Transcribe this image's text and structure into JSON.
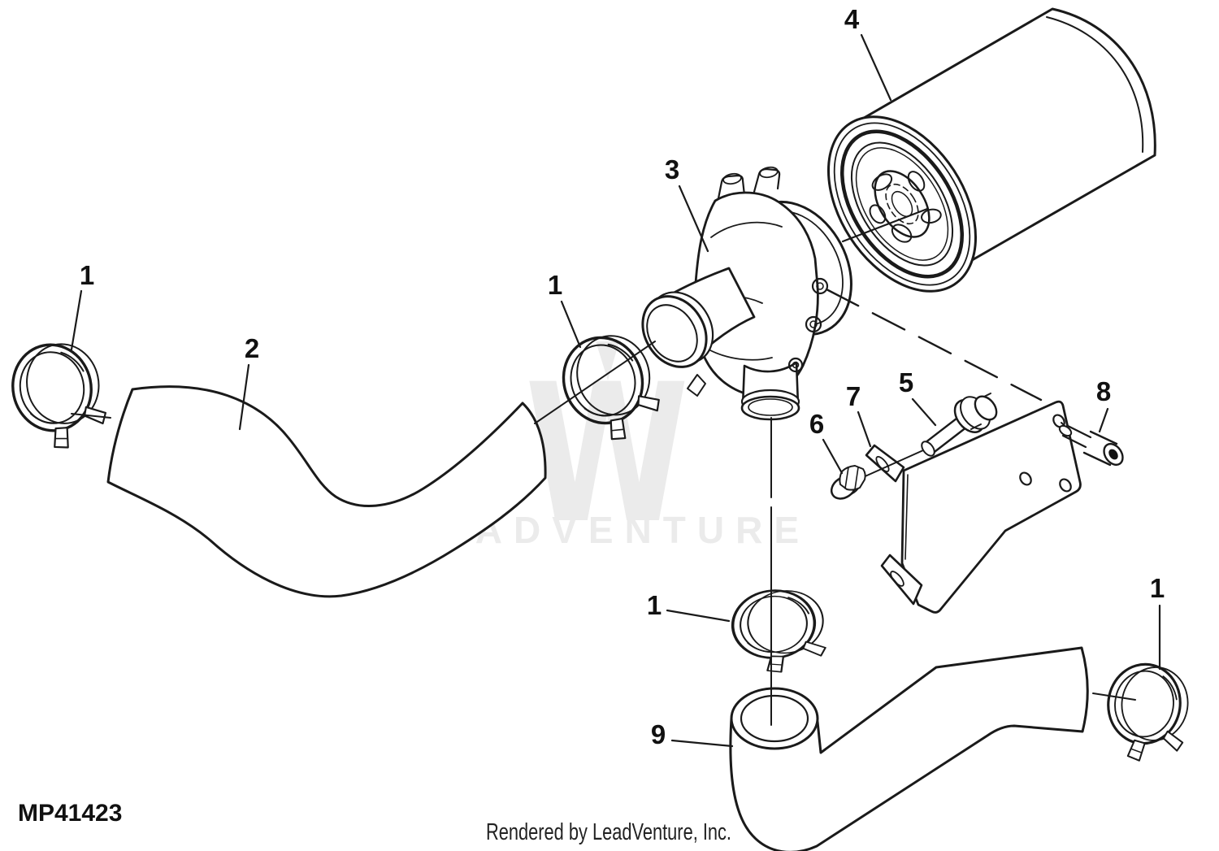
{
  "page": {
    "background": "#ffffff",
    "line_color": "#1a1a1a"
  },
  "drawing": {
    "part_code": "MP41423",
    "credit": "Rendered by LeadVenture, Inc.",
    "watermark_text": "LEADVENTURE",
    "watermark_logo": "leadventure-w-logo",
    "watermark_color": "#ebebeb"
  },
  "callouts": [
    {
      "id": "hose-clamp-left",
      "label": "1"
    },
    {
      "id": "hose-left",
      "label": "2"
    },
    {
      "id": "hose-clamp-center",
      "label": "1"
    },
    {
      "id": "housing",
      "label": "3"
    },
    {
      "id": "filter-canister",
      "label": "4"
    },
    {
      "id": "flange-bolt",
      "label": "5"
    },
    {
      "id": "flange-nut",
      "label": "6"
    },
    {
      "id": "mounting-bracket",
      "label": "7"
    },
    {
      "id": "socket-bolt",
      "label": "8"
    },
    {
      "id": "hose-clamp-bottom",
      "label": "1"
    },
    {
      "id": "hose-bottom",
      "label": "9"
    },
    {
      "id": "hose-clamp-right",
      "label": "1"
    }
  ]
}
